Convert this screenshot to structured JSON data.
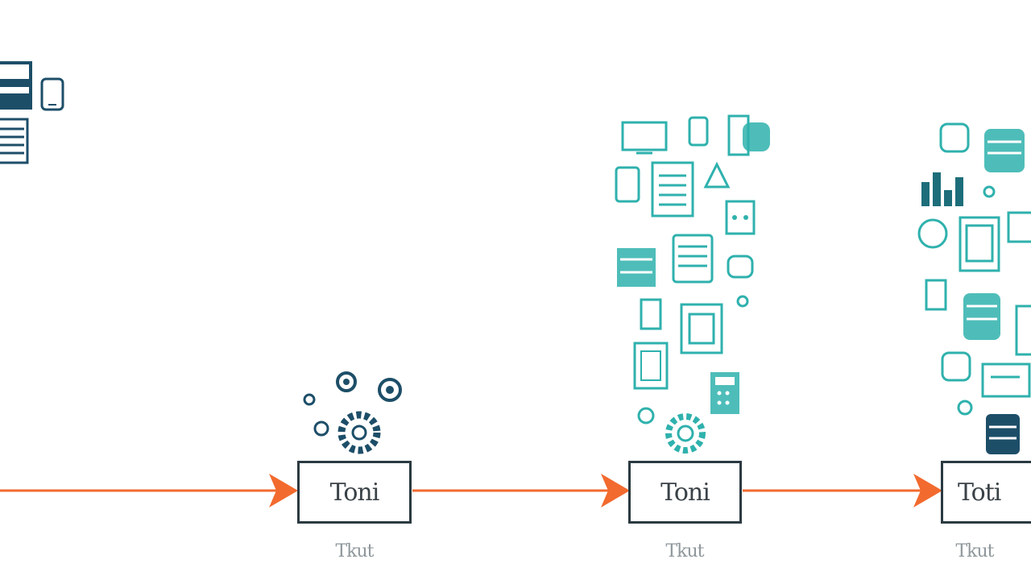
{
  "colors": {
    "background": "#ffffff",
    "arrow": "#f26a2e",
    "box_border": "#2b3a42",
    "icon_dark": "#1d4e68",
    "icon_teal": "#2fb1ad",
    "caption": "#8f979b"
  },
  "stages": [
    {
      "box_label": "Toni",
      "caption": "Tkut",
      "icon_cluster": [
        "gear-icon",
        "gear-icon",
        "gear-icon",
        "gear-icon",
        "gear-icon"
      ]
    },
    {
      "box_label": "Toni",
      "caption": "Tkut",
      "icon_cluster": [
        "monitor-icon",
        "phone-icon",
        "tablet-icon",
        "document-icon",
        "warning-icon",
        "server-icon",
        "gear-icon",
        "calculator-icon",
        "image-icon"
      ]
    },
    {
      "box_label": "Toti",
      "caption": "Tkut",
      "icon_cluster": [
        "database-icon",
        "chart-icon",
        "monitor-icon",
        "document-icon",
        "gear-icon",
        "phone-icon",
        "image-icon"
      ]
    }
  ],
  "source_icons": [
    "browser-window-icon",
    "phone-icon",
    "list-document-icon"
  ]
}
